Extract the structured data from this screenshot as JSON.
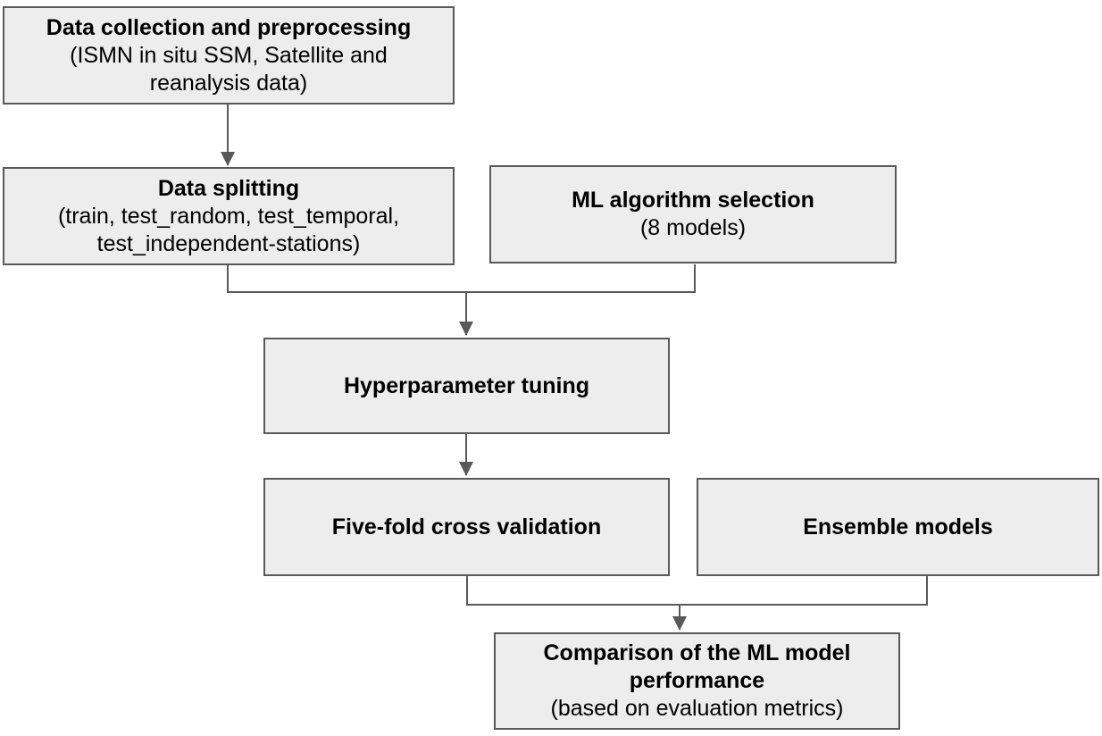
{
  "nodes": {
    "data_collection": {
      "title": "Data collection and preprocessing",
      "subtitle": "(ISMN in situ SSM, Satellite and reanalysis data)"
    },
    "data_splitting": {
      "title": "Data splitting",
      "subtitle": "(train, test_random, test_temporal, test_independent-stations)"
    },
    "ml_algorithm_selection": {
      "title": "ML algorithm selection",
      "subtitle": "(8 models)"
    },
    "hyperparameter_tuning": {
      "title": "Hyperparameter tuning"
    },
    "five_fold_cross_validation": {
      "title": "Five-fold cross validation"
    },
    "ensemble_models": {
      "title": "Ensemble models"
    },
    "comparison": {
      "title": "Comparison of the ML model performance",
      "subtitle": "(based on evaluation metrics)"
    }
  },
  "colors": {
    "box_fill": "#ededed",
    "box_border": "#595959",
    "connector": "#595959",
    "text": "#000000",
    "page_bg": "#ffffff"
  }
}
